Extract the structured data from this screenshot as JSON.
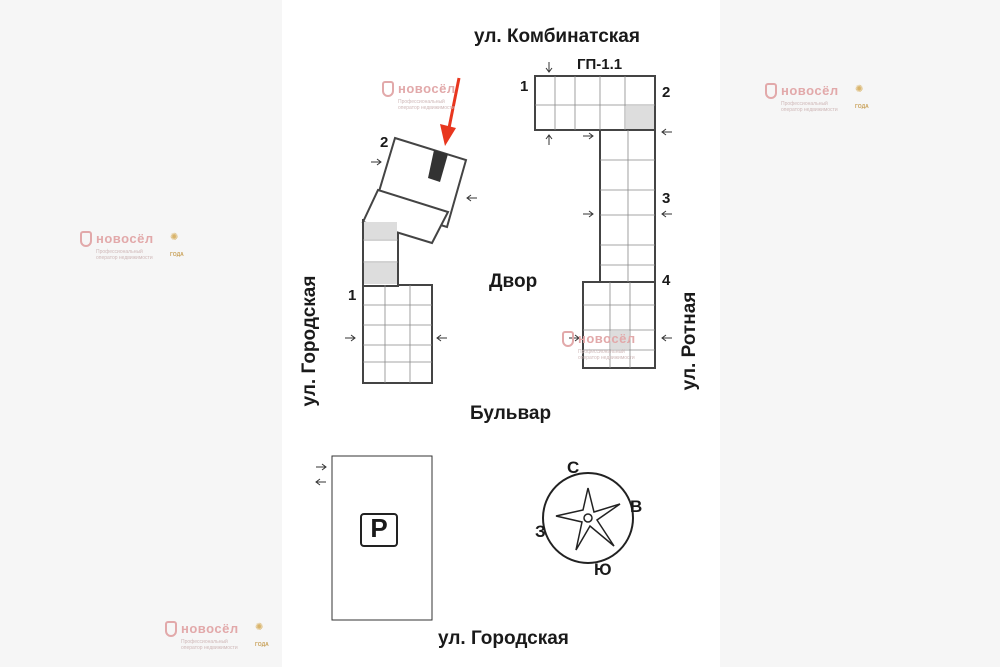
{
  "streets": {
    "top": "ул. Комбинатская",
    "left": "ул. Городская",
    "right": "ул. Ротная",
    "bottom": "ул. Городская",
    "boulevard": "Бульвар",
    "courtyard": "Двор"
  },
  "building_label": "ГП-1.1",
  "sections": {
    "left_1": "1",
    "left_2": "2",
    "right_1": "1",
    "right_2": "2",
    "right_3": "3",
    "right_4": "4"
  },
  "parking_label": "P",
  "compass": {
    "n": "С",
    "e": "В",
    "s": "Ю",
    "w": "З"
  },
  "watermark": {
    "brand": "новосёл",
    "subtitle": "Профессиональный оператор недвижимости",
    "badge": "ГОДА"
  },
  "colors": {
    "marker_arrow": "#e8361e",
    "highlight_unit": "#333333",
    "facade": "#c9879c"
  }
}
